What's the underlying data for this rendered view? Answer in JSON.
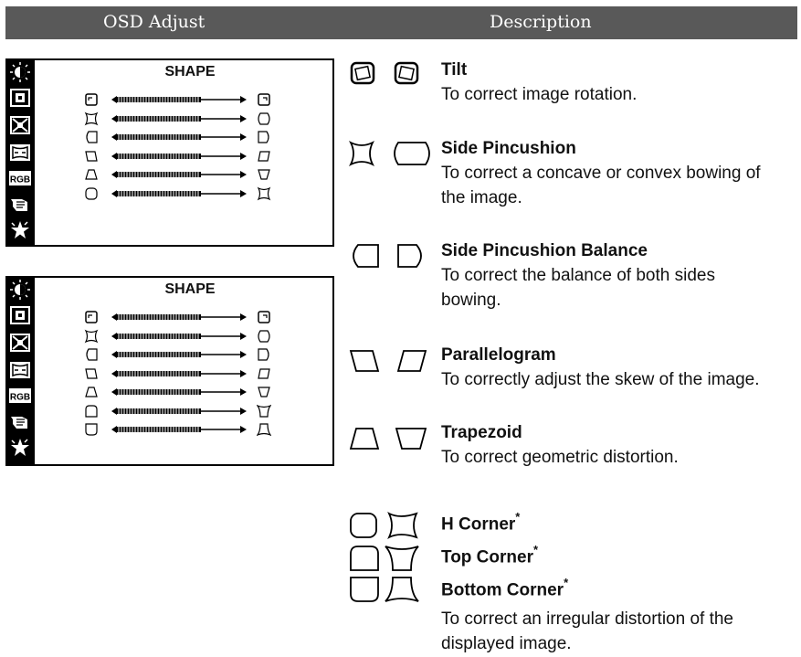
{
  "header": {
    "left": "OSD Adjust",
    "right": "Description"
  },
  "osd_panels": [
    {
      "title": "SHAPE",
      "rows": 6
    },
    {
      "title": "SHAPE",
      "rows": 7
    }
  ],
  "sidebar_icons": [
    "brightness-icon",
    "position-icon",
    "size-icon",
    "geometry-icon",
    "rgb-icon",
    "hand-icon",
    "star-icon"
  ],
  "items": [
    {
      "title": "Tilt",
      "text": [
        "To correct image rotation."
      ]
    },
    {
      "title": "Side Pincushion",
      "text": [
        "To correct a concave or convex bowing of",
        "the image."
      ]
    },
    {
      "title": "Side Pincushion Balance",
      "text": [
        "To correct the balance of both sides",
        "bowing."
      ]
    },
    {
      "title": "Parallelogram",
      "text": [
        "To correctly adjust the skew of the image."
      ]
    },
    {
      "title": "Trapezoid",
      "text": [
        "To correct geometric distortion."
      ]
    }
  ],
  "corners": [
    {
      "title": "H Corner",
      "mark": "*"
    },
    {
      "title": "Top Corner",
      "mark": "*"
    },
    {
      "title": "Bottom Corner",
      "mark": "*"
    }
  ],
  "corner_text": [
    "To correct an irregular distortion of the",
    "displayed image."
  ],
  "sidebar_rgb_label": "RGB"
}
